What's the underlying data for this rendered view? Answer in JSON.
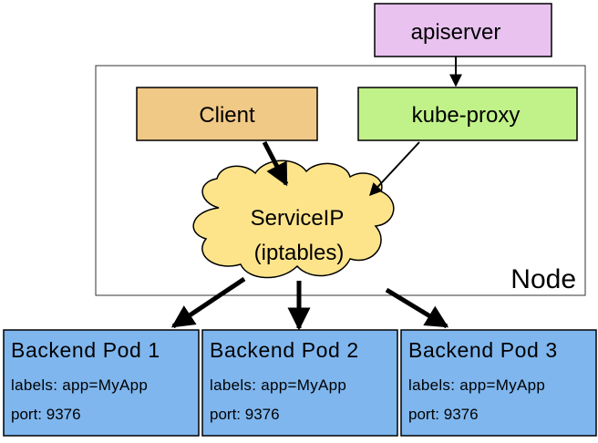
{
  "nodes": {
    "apiserver": {
      "label": "apiserver",
      "fill": "#e9c2f0"
    },
    "client": {
      "label": "Client",
      "fill": "#f0c986"
    },
    "kube_proxy": {
      "label": "kube-proxy",
      "fill": "#c1f28a"
    },
    "service_ip": {
      "line1": "ServiceIP",
      "line2": "(iptables)",
      "fill": "#fde48b"
    },
    "node": {
      "label": "Node"
    },
    "pods": [
      {
        "title": "Backend Pod 1",
        "labels": "labels: app=MyApp",
        "port": "port: 9376"
      },
      {
        "title": "Backend Pod 2",
        "labels": "labels: app=MyApp",
        "port": "port: 9376"
      },
      {
        "title": "Backend Pod 3",
        "labels": "labels: app=MyApp",
        "port": "port: 9376"
      }
    ],
    "pod_fill": "#7fb6ee"
  }
}
